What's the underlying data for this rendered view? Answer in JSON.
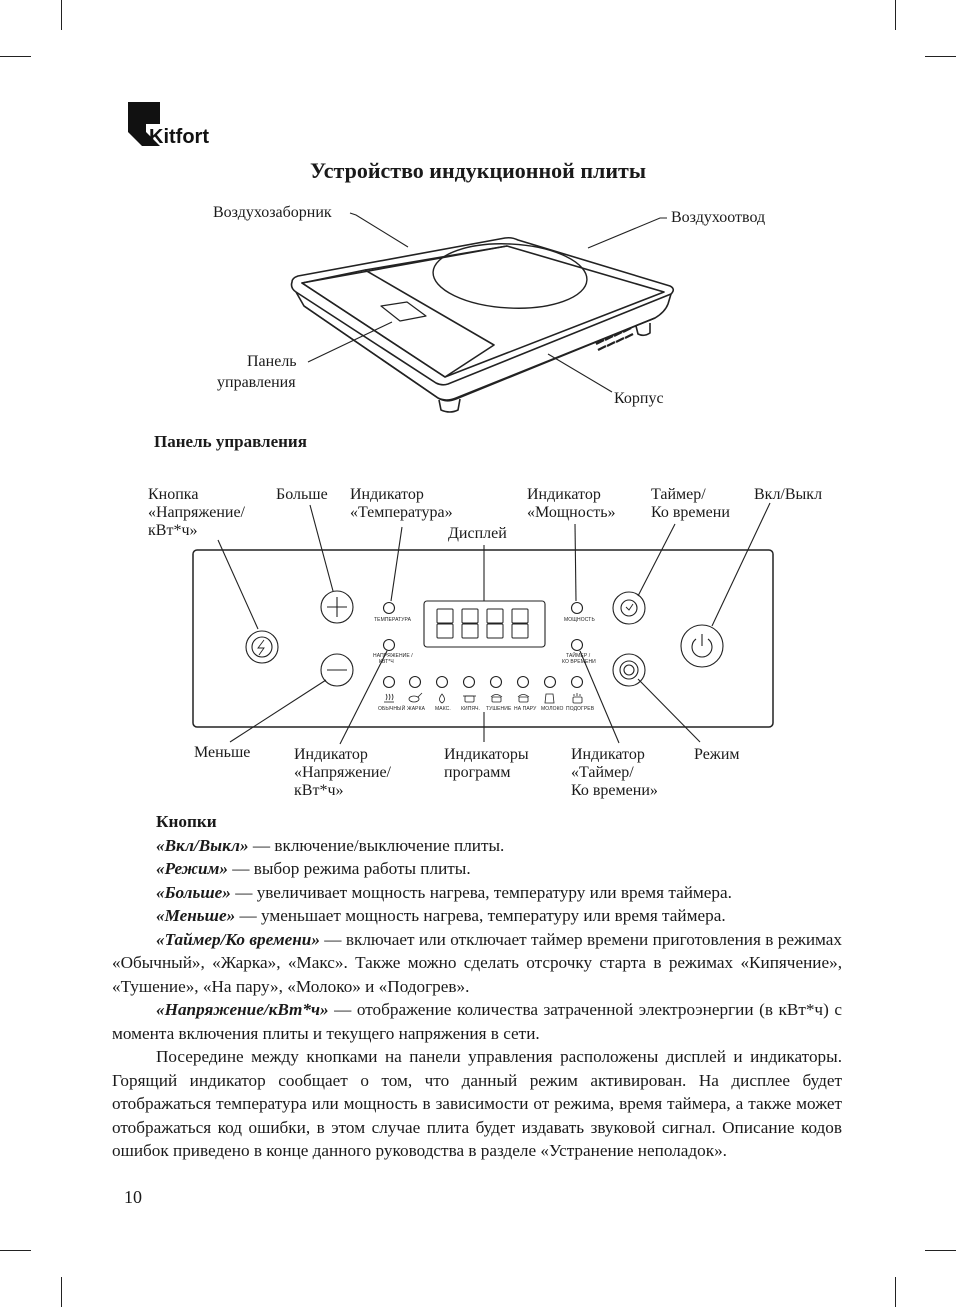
{
  "brand": {
    "name": "Kitfort"
  },
  "title": "Устройство индукционной плиты",
  "device_labels": {
    "air_intake": "Воздухозаборник",
    "air_outlet": "Воздухоотвод",
    "control_panel_line1": "Панель",
    "control_panel_line2": "управления",
    "body": "Корпус"
  },
  "panel_section_title": "Панель управления",
  "panel_labels": {
    "voltage_button": [
      "Кнопка",
      "«Напряжение/",
      "кВт*ч»"
    ],
    "more": "Больше",
    "temp_indicator": [
      "Индикатор",
      "«Температура»"
    ],
    "display": "Дисплей",
    "power_indicator": [
      "Индикатор",
      "«Мощность»"
    ],
    "timer": [
      "Таймер/",
      "Ко времени"
    ],
    "on_off": "Вкл/Выкл",
    "less": "Меньше",
    "voltage_indicator": [
      "Индикатор",
      "«Напряжение/",
      "кВт*ч»"
    ],
    "program_indicators": [
      "Индикаторы",
      "программ"
    ],
    "timer_indicator": [
      "Индикатор",
      "«Таймер/",
      "Ко времени»"
    ],
    "mode": "Режим"
  },
  "panel_tiny": {
    "temp": "ТЕМПЕРАТУРА",
    "voltage": [
      "НАПРЯЖЕНИЕ /",
      "КВТ*Ч"
    ],
    "power": "МОЩНОСТЬ",
    "timer": [
      "ТАЙМЕР /",
      "КО ВРЕМЕНИ"
    ],
    "programs": [
      "ОБЫЧНЫЙ",
      "ЖАРКА",
      "МАКС.",
      "КИПЯЧ.",
      "ТУШЕНИЕ",
      "НА ПАРУ",
      "МОЛОКО",
      "ПОДОГРЕВ"
    ]
  },
  "buttons_section": {
    "heading": "Кнопки",
    "items": [
      {
        "term": "«Вкл/Выкл»",
        "desc": " — включение/выключение плиты."
      },
      {
        "term": "«Режим»",
        "desc": " — выбор режима работы плиты."
      },
      {
        "term": "«Больше»",
        "desc": " — увеличивает мощность нагрева, температуру или время таймера."
      },
      {
        "term": "«Меньше»",
        "desc": " — уменьшает мощность нагрева, температуру или время таймера."
      },
      {
        "term": "«Таймер/Ко времени»",
        "desc": " — включает или отключает таймер времени приготовления в режимах «Обычный», «Жарка», «Макс». Также можно сделать отсрочку старта в режимах «Кипячение», «Тушение», «На пару», «Молоко» и «Подогрев»."
      },
      {
        "term": "«Напряжение/кВт*ч»",
        "desc": " — отображение количества затраченной электроэнергии (в кВт*ч) с момента включения плиты и текущего напряжения в сети."
      }
    ],
    "paragraph": "Посередине между кнопками на панели управления расположены дисплей и индикаторы. Горящий индикатор сообщает о том, что данный режим активирован. На дисплее будет отображаться температура или мощность в зависимости от режима, время таймера, а также может отображаться код ошибки, в этом случае плита будет издавать звуковой сигнал. Описание кодов ошибок приведено в конце данного руководства в разделе «Устранение неполадок»."
  },
  "page_number": "10"
}
